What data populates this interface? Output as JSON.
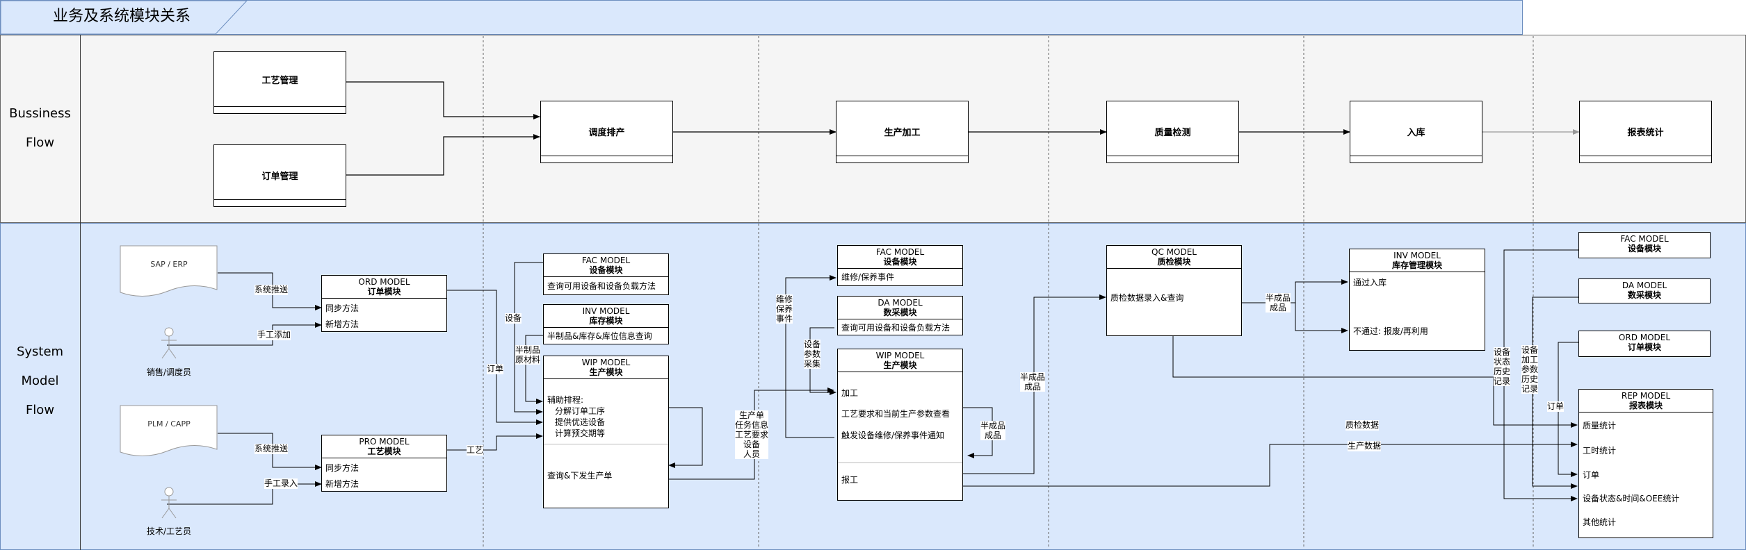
{
  "header": {
    "title": "业务及系统模块关系"
  },
  "lanes": {
    "business": {
      "line1": "Bussiness",
      "line2": "Flow"
    },
    "system": {
      "line1": "System",
      "line2": "Model",
      "line3": "Flow"
    }
  },
  "business_flow": {
    "craft": "工艺管理",
    "order": "订单管理",
    "schedule": "调度排产",
    "production": "生产加工",
    "quality": "质量检测",
    "warehouse": "入库",
    "report": "报表统计"
  },
  "sources": {
    "sap": "SAP / ERP",
    "plm": "PLM / CAPP",
    "sales_actor": "销售/调度员",
    "tech_actor": "技术/工艺员"
  },
  "modules": {
    "ord": {
      "model": "ORD MODEL",
      "name": "订单模块",
      "rows": [
        "同步方法",
        "新增方法"
      ]
    },
    "pro": {
      "model": "PRO MODEL",
      "name": "工艺模块",
      "rows": [
        "同步方法",
        "新增方法"
      ]
    },
    "fac1": {
      "model": "FAC MODEL",
      "name": "设备模块",
      "rows": [
        "查询可用设备和设备负载方法"
      ]
    },
    "inv1": {
      "model": "INV MODEL",
      "name": "库存模块",
      "rows": [
        "半制品&库存&库位信息查询"
      ]
    },
    "wip1": {
      "model": "WIP MODEL",
      "name": "生产模块",
      "rows": [
        "辅助排程:",
        "分解订单工序",
        "提供优选设备",
        "计算预交期等",
        "查询&下发生产单"
      ]
    },
    "fac2": {
      "model": "FAC MODEL",
      "name": "设备模块",
      "rows": [
        "维修/保养事件"
      ]
    },
    "da1": {
      "model": "DA MODEL",
      "name": "数采模块",
      "rows": [
        "查询可用设备和设备负载方法"
      ]
    },
    "wip2": {
      "model": "WIP MODEL",
      "name": "生产模块",
      "rows": [
        "加工",
        "工艺要求和当前生产参数查看",
        "触发设备维修/保养事件通知",
        "报工"
      ]
    },
    "qc": {
      "model": "QC MODEL",
      "name": "质检模块",
      "rows": [
        "质检数据录入&查询"
      ]
    },
    "inv2": {
      "model": "INV MODEL",
      "name": "库存管理模块",
      "rows": [
        "通过入库",
        "不通过: 报废/再利用"
      ]
    },
    "fac3": {
      "model": "FAC MODEL",
      "name": "设备模块"
    },
    "da2": {
      "model": "DA MODEL",
      "name": "数采模块"
    },
    "ord2": {
      "model": "ORD MODEL",
      "name": "订单模块"
    },
    "rep": {
      "model": "REP MODEL",
      "name": "报表模块",
      "rows": [
        "质量统计",
        "工时统计",
        "订单",
        "设备状态&时间&OEE统计",
        "其他统计"
      ]
    }
  },
  "edge_labels": {
    "sys_push1": "系统推送",
    "manual_add": "手工添加",
    "sys_push2": "系统推送",
    "manual_input": "手工录入",
    "order": "订单",
    "craft": "工艺",
    "equipment": "设备",
    "semi_material": "半制品\n原材料",
    "maintenance_event": "维修\n保养\n事件",
    "equip_param_collect": "设备\n参数\n采集",
    "production_order_info": "生产单\n任务信息\n工艺要求\n设备\n人员",
    "semi_finished1": "半成品\n成品",
    "semi_finished2": "半成品\n成品",
    "semi_finished3": "半成品\n成品",
    "qc_data": "质检数据",
    "production_data": "生产数据",
    "equip_status_history": "设备\n状态\n历史\n记录",
    "equip_param_history": "设备\n加工\n参数\n历史\n记录",
    "order2": "订单"
  },
  "colors": {
    "header_bg": "#dae8fc",
    "header_border": "#6c8ebf",
    "business_bg": "#f5f5f5",
    "system_bg": "#dae8fc"
  }
}
